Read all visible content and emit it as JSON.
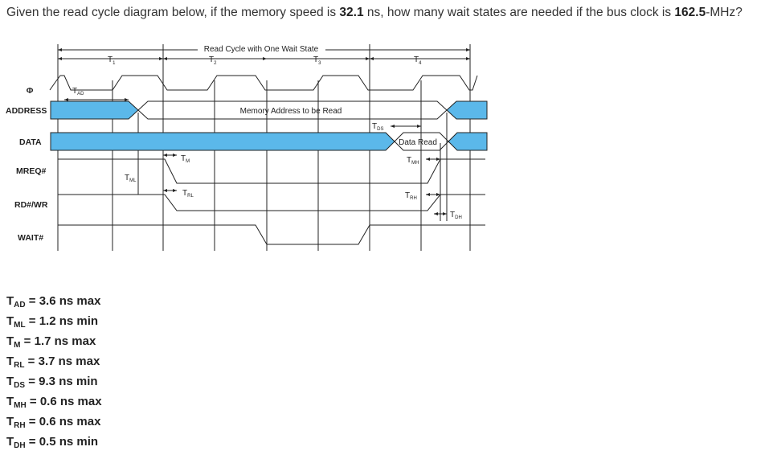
{
  "question": {
    "prefix": "Given the read cycle diagram below, if the memory speed is ",
    "memory_speed": "32.1",
    "middle": " ns, how many wait states are needed if the bus clock is ",
    "bus_clock": "162.5",
    "suffix": "-MHz?"
  },
  "diagram": {
    "title": "Read Cycle with One Wait State",
    "signals": [
      "Φ",
      "ADDRESS",
      "DATA",
      "MREQ#",
      "RD#/WR",
      "WAIT#"
    ],
    "address_text": "Memory Address to be Read",
    "data_text": "Data Read",
    "states": [
      {
        "main": "T",
        "sub": "1"
      },
      {
        "main": "T",
        "sub": "2"
      },
      {
        "main": "T",
        "sub": "3"
      },
      {
        "main": "T",
        "sub": "4"
      }
    ],
    "timing_labels": {
      "tad": {
        "main": "T",
        "sub": "AD"
      },
      "tml": {
        "main": "T",
        "sub": "ML"
      },
      "tm": {
        "main": "T",
        "sub": "M"
      },
      "trl": {
        "main": "T",
        "sub": "RL"
      },
      "tds": {
        "main": "T",
        "sub": "DS"
      },
      "tmh": {
        "main": "T",
        "sub": "MH"
      },
      "trh": {
        "main": "T",
        "sub": "RH"
      },
      "tdh": {
        "main": "T",
        "sub": "DH"
      }
    },
    "bus_color": "#5bb8ea",
    "line_color": "#222222"
  },
  "specs": [
    {
      "main": "T",
      "sub": "AD",
      "value": " = 3.6 ns max"
    },
    {
      "main": "T",
      "sub": "ML",
      "value": " = 1.2 ns min"
    },
    {
      "main": "T",
      "sub": "M",
      "value": " = 1.7 ns max"
    },
    {
      "main": "T",
      "sub": "RL",
      "value": " = 3.7 ns max"
    },
    {
      "main": "T",
      "sub": "DS",
      "value": " = 9.3 ns min"
    },
    {
      "main": "T",
      "sub": "MH",
      "value": " = 0.6 ns max"
    },
    {
      "main": "T",
      "sub": "RH",
      "value": " = 0.6 ns max"
    },
    {
      "main": "T",
      "sub": "DH",
      "value": " = 0.5 ns min"
    }
  ]
}
